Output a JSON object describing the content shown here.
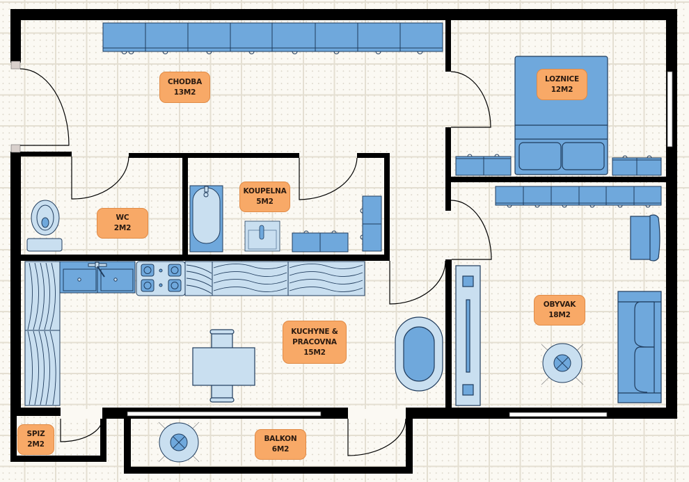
{
  "plan": {
    "colors": {
      "wall": "#000000",
      "furniture_dark": "#6fa8dc",
      "furniture_light": "#c9dff0",
      "outline": "#1f3b5c",
      "label_fill": "#f8a967",
      "label_border": "#e08a45",
      "grid": "#e4dfd2",
      "background": "#fbf9f3"
    },
    "rooms": [
      {
        "id": "chodba",
        "name": "CHODBA",
        "area": "13M2"
      },
      {
        "id": "loznice",
        "name": "LOZNICE",
        "area": "12M2"
      },
      {
        "id": "wc",
        "name": "WC",
        "area": "2M2"
      },
      {
        "id": "koupelna",
        "name": "KOUPELNA",
        "area": "5M2"
      },
      {
        "id": "kuchyne",
        "name": "KUCHYNE &",
        "name2": "PRACOVNA",
        "area": "15M2"
      },
      {
        "id": "obyvak",
        "name": "OBYVAK",
        "area": "18M2"
      },
      {
        "id": "spiz",
        "name": "SPIZ",
        "area": "2M2"
      },
      {
        "id": "balkon",
        "name": "BALKON",
        "area": "6M2"
      }
    ],
    "furniture": [
      "hallway-wardrobe",
      "double-bed",
      "nightstand-left",
      "nightstand-right",
      "bedroom-wardrobe",
      "toilet",
      "bathtub",
      "washbasin",
      "bathroom-cabinet",
      "bathroom-tall-cabinet",
      "kitchen-counter",
      "double-sink",
      "cooktop",
      "dining-table",
      "dining-chairs",
      "ottoman",
      "tv-console",
      "armchair",
      "sofa",
      "floor-lamp",
      "balcony-lamp"
    ]
  }
}
